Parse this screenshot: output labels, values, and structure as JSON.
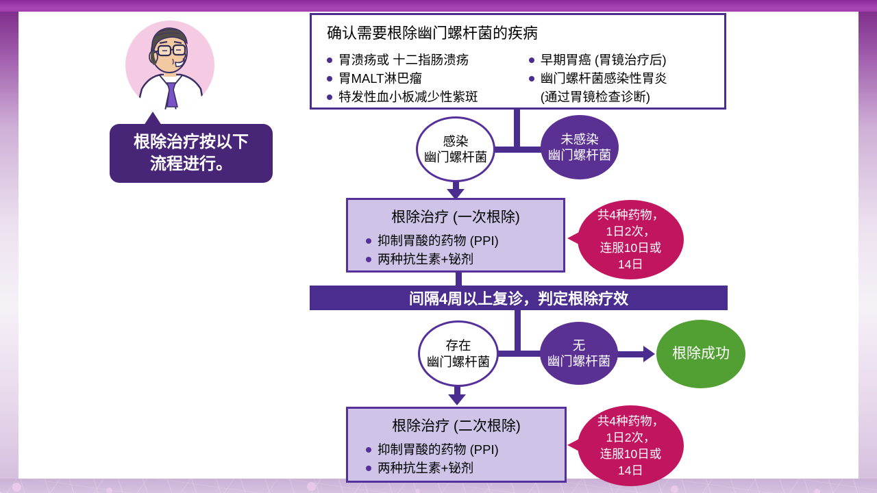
{
  "slide": {
    "speech": {
      "line1": "根除治疗按以下",
      "line2": "流程进行。"
    },
    "top_box": {
      "title": "确认需要根除幽门螺杆菌的疾病",
      "left_bullets": [
        "胃溃疡或 十二指肠溃疡",
        "胃MALT淋巴瘤",
        "特发性血小板减少性紫斑"
      ],
      "right_bullets": [
        "早期胃癌 (胃镜治疗后)",
        "幽门螺杆菌感染性胃炎"
      ],
      "right_note": "(通过胃镜检查诊断)"
    },
    "nodes": {
      "infected": {
        "line1": "感染",
        "line2": "幽门螺杆菌"
      },
      "not_infected": {
        "line1": "未感染",
        "line2": "幽门螺杆菌"
      },
      "present": {
        "line1": "存在",
        "line2": "幽门螺杆菌"
      },
      "absent": {
        "line1": "无",
        "line2": "幽门螺杆菌"
      },
      "success": "根除成功"
    },
    "treatment_first": {
      "title": "根除治疗 (一次根除)",
      "bullets": [
        "抑制胃酸的药物 (PPI)",
        "两种抗生素+铋剂"
      ]
    },
    "treatment_second": {
      "title": "根除治疗 (二次根除)",
      "bullets": [
        "抑制胃酸的药物 (PPI)",
        "两种抗生素+铋剂"
      ]
    },
    "banner": "间隔4周以上复诊，判定根除疗效",
    "drug_note": {
      "lines": [
        "共4种药物，",
        "1日2次，",
        "连服10日或",
        "14日"
      ]
    },
    "colors": {
      "purple_dark": "#4b2d8f",
      "purple_node": "#5a3093",
      "purple_speech": "#482677",
      "lavender_fill": "#cfc3e7",
      "magenta": "#c2155f",
      "green": "#52a033",
      "pink_avatar": "#f4cbe3",
      "top_bar": "#a143ae"
    }
  }
}
